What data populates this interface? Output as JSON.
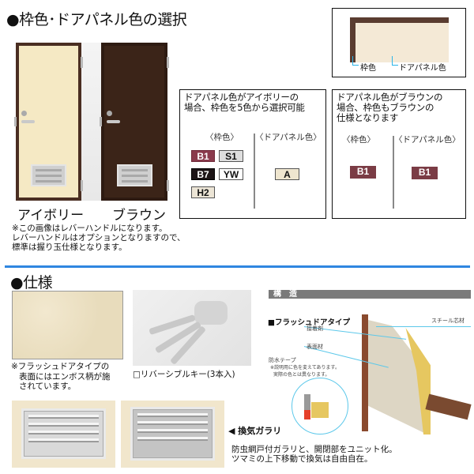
{
  "section1": {
    "title": "●枠色･ドアパネル色の選択",
    "doors": [
      {
        "label": "アイボリー",
        "color": "#f5e9c4"
      },
      {
        "label": "ブラウン",
        "color": "#3b2418"
      }
    ],
    "note": [
      "※この画像はレバーハンドルになります。",
      "レバーハンドルはオプションとなりますので、",
      "標準は握り玉仕様となります。"
    ],
    "legend": {
      "frame_label": "枠色",
      "panel_label": "ドアパネル色"
    },
    "option_ivory": {
      "title": [
        "ドアパネル色がアイボリーの",
        "場合、枠色を5色から選択可能"
      ],
      "frame_head": "〈枠色〉",
      "panel_head": "〈ドアパネル色〉",
      "frame_colors": [
        "B1",
        "S1",
        "B7",
        "YW",
        "H2"
      ],
      "panel_colors": [
        "A"
      ]
    },
    "option_brown": {
      "title": [
        "ドアパネル色がブラウンの",
        "場合、枠色もブラウンの",
        "仕様となります"
      ],
      "frame_head": "〈枠色〉",
      "panel_head": "〈ドアパネル色〉",
      "frame_colors": [
        "B1"
      ],
      "panel_colors": [
        "B1"
      ]
    }
  },
  "section2": {
    "title": "●仕様",
    "emboss_note": [
      "※フラッシュドアタイプの",
      "表面にはエンボス柄が施",
      "されています。"
    ],
    "key_caption": "□リバーシブルキー(3本入)",
    "structure": {
      "header": "構　造",
      "type_label": "■フラッシュドアタイプ",
      "labels": {
        "steel_core": "スチール芯材",
        "adhesive": "接着剤",
        "surface": "表面材",
        "waterproof_tape": "防水テープ",
        "tape_note_1": "※説明用に色を変えてあります。",
        "tape_note_2": "実際の色とは異なります。"
      }
    },
    "vent": {
      "label": "◀ 換気ガラリ",
      "desc": [
        "防虫網戸付ガラリと、開閉部をユニット化。",
        "ツマミの上下移動で換気は自由自在。"
      ]
    }
  }
}
